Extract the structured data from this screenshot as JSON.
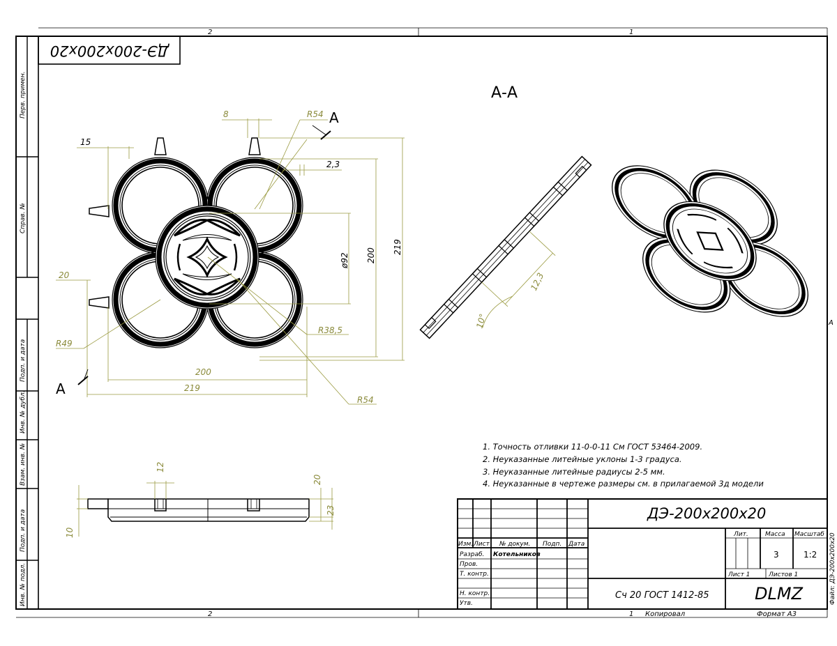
{
  "frame": {
    "zone_top_left": "2",
    "zone_top_right": "1",
    "zone_bottom_left": "2",
    "zone_bottom_right": "1",
    "zone_right_mid": "A",
    "stamp_topleft": "ДЭ-200x200x20",
    "copied": "Копировал",
    "format": "Формат A3",
    "file_label": "Файл: ДЭ-200x200x20"
  },
  "side_strip": {
    "perv_primen": "Перв. примен.",
    "sprav_no": "Справ. №",
    "podp_data_1": "Подп. и дата",
    "inv_dubl": "Инв. № дубл.",
    "vzam_inv": "Взам. инв. №",
    "podp_data_2": "Подп. и дата",
    "inv_podl": "Инв. № подл."
  },
  "section": {
    "title": "А-А",
    "dim_12_3": "12,3",
    "angle_10": "10°"
  },
  "plan_view": {
    "section_mark_top": "А",
    "section_mark_bottom": "А",
    "dim_8": "8",
    "dim_r54_top": "R54",
    "dim_15": "15",
    "dim_2_3": "2,3",
    "dim_92": "ø92",
    "dim_200_v": "200",
    "dim_219_v": "219",
    "dim_20": "20",
    "dim_r49": "R49",
    "dim_r38_5": "R38,5",
    "dim_200_h": "200",
    "dim_219_h": "219",
    "dim_r54_bottom": "R54"
  },
  "side_view": {
    "dim_12": "12",
    "dim_20": "20",
    "dim_23": "23",
    "dim_10": "10"
  },
  "notes": [
    "1. Точность отливки 11-0-0-11 См ГОСТ 53464-2009.",
    "2. Неуказанные литейные уклоны 1-3 градуса.",
    "3. Неуказанные литейные радиусы 2-5 мм.",
    "4. Неуказанные в чертеже размеры см. в прилагаемой 3д модели"
  ],
  "title_block": {
    "designation": "ДЭ-200x200x20",
    "material": "Сч 20 ГОСТ 1412-85",
    "org": "DLMZ",
    "col_izm": "Изм.",
    "col_list": "Лист",
    "col_doc": "№ докум.",
    "col_podp": "Подп.",
    "col_data": "Дата",
    "row_razrab": "Разраб.",
    "razrab_name": "Котельников",
    "row_prov": "Пров.",
    "row_tkontr": "Т. контр.",
    "row_nkontr": "Н. контр.",
    "row_utv": "Утв.",
    "lit_label": "Лит.",
    "mass_label": "Масса",
    "scale_label": "Масштаб",
    "mass": "3",
    "scale": "1:2",
    "sheet": "Лист 1",
    "sheets": "Листов 1"
  }
}
